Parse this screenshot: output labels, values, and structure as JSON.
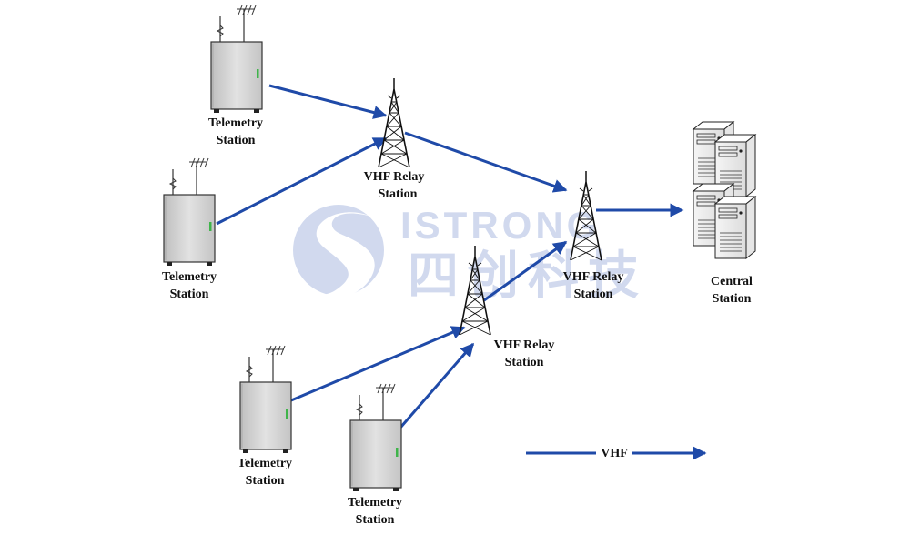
{
  "colors": {
    "arrow": "#1f4aa8",
    "watermark": "#c9d3ec",
    "cabinet": "#d4d4d4",
    "led": "#3fb44a"
  },
  "watermark": {
    "brand_en": "ISTRONG",
    "brand_cn": "四创科技",
    "logo_icon": "istrong-s-logo-icon"
  },
  "nodes": {
    "telemetry_1": {
      "line1": "Telemetry",
      "line2": "Station"
    },
    "telemetry_2": {
      "line1": "Telemetry",
      "line2": "Station"
    },
    "telemetry_3": {
      "line1": "Telemetry",
      "line2": "Station"
    },
    "telemetry_4": {
      "line1": "Telemetry",
      "line2": "Station"
    },
    "relay_1": {
      "line1": "VHF Relay",
      "line2": "Station"
    },
    "relay_2": {
      "line1": "VHF Relay",
      "line2": "Station"
    },
    "relay_3": {
      "line1": "VHF Relay",
      "line2": "Station"
    },
    "central": {
      "line1": "Central",
      "line2": "Station"
    }
  },
  "legend": {
    "label": "VHF"
  }
}
